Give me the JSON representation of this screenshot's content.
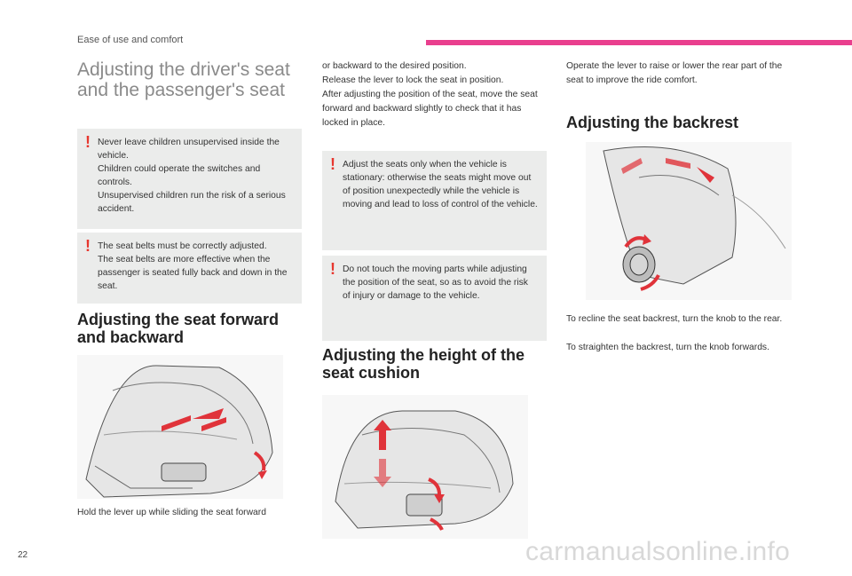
{
  "header": {
    "section": "Ease of use and comfort"
  },
  "title": "Adjusting the driver's seat and the passenger's seat",
  "warnings": {
    "children": [
      "Never leave children unsupervised inside the vehicle.",
      "Children could operate the switches and controls.",
      "Unsupervised children run the risk of a serious accident."
    ],
    "belts": [
      "The seat belts must be correctly adjusted.",
      "The seat belts are more effective when the passenger is seated fully back and down in the seat."
    ],
    "stationary": "Adjust the seats only when the vehicle is stationary: otherwise the seats might move out of position unexpectedly while the vehicle is moving and lead to loss of control of the vehicle.",
    "moving_parts": "Do not touch the moving parts while adjusting the position of the seat, so as to avoid the risk of injury or damage to the vehicle."
  },
  "sections": {
    "forward": {
      "heading": "Adjusting the seat forward and backward",
      "text_1": "Hold the lever up while sliding the seat forward",
      "text_2": "or backward to the desired position.",
      "text_3": "Release the lever to lock the seat in position.",
      "text_4": "After adjusting the position of the seat, move the seat forward and backward slightly to check that it has locked in place."
    },
    "height": {
      "heading": "Adjusting the height of the seat cushion",
      "text": "Operate the lever to raise or lower the rear part of the seat to improve the ride comfort."
    },
    "backrest": {
      "heading": "Adjusting the backrest",
      "text_1": "To recline the seat backrest, turn the knob to the rear.",
      "text_2": "To straighten the backrest, turn the knob forwards."
    }
  },
  "page_number": "22",
  "watermark": "carmanualsonline.info",
  "colors": {
    "accent": "#e93f8e",
    "warning": "#e7372f",
    "panel": "#ebeceb"
  }
}
